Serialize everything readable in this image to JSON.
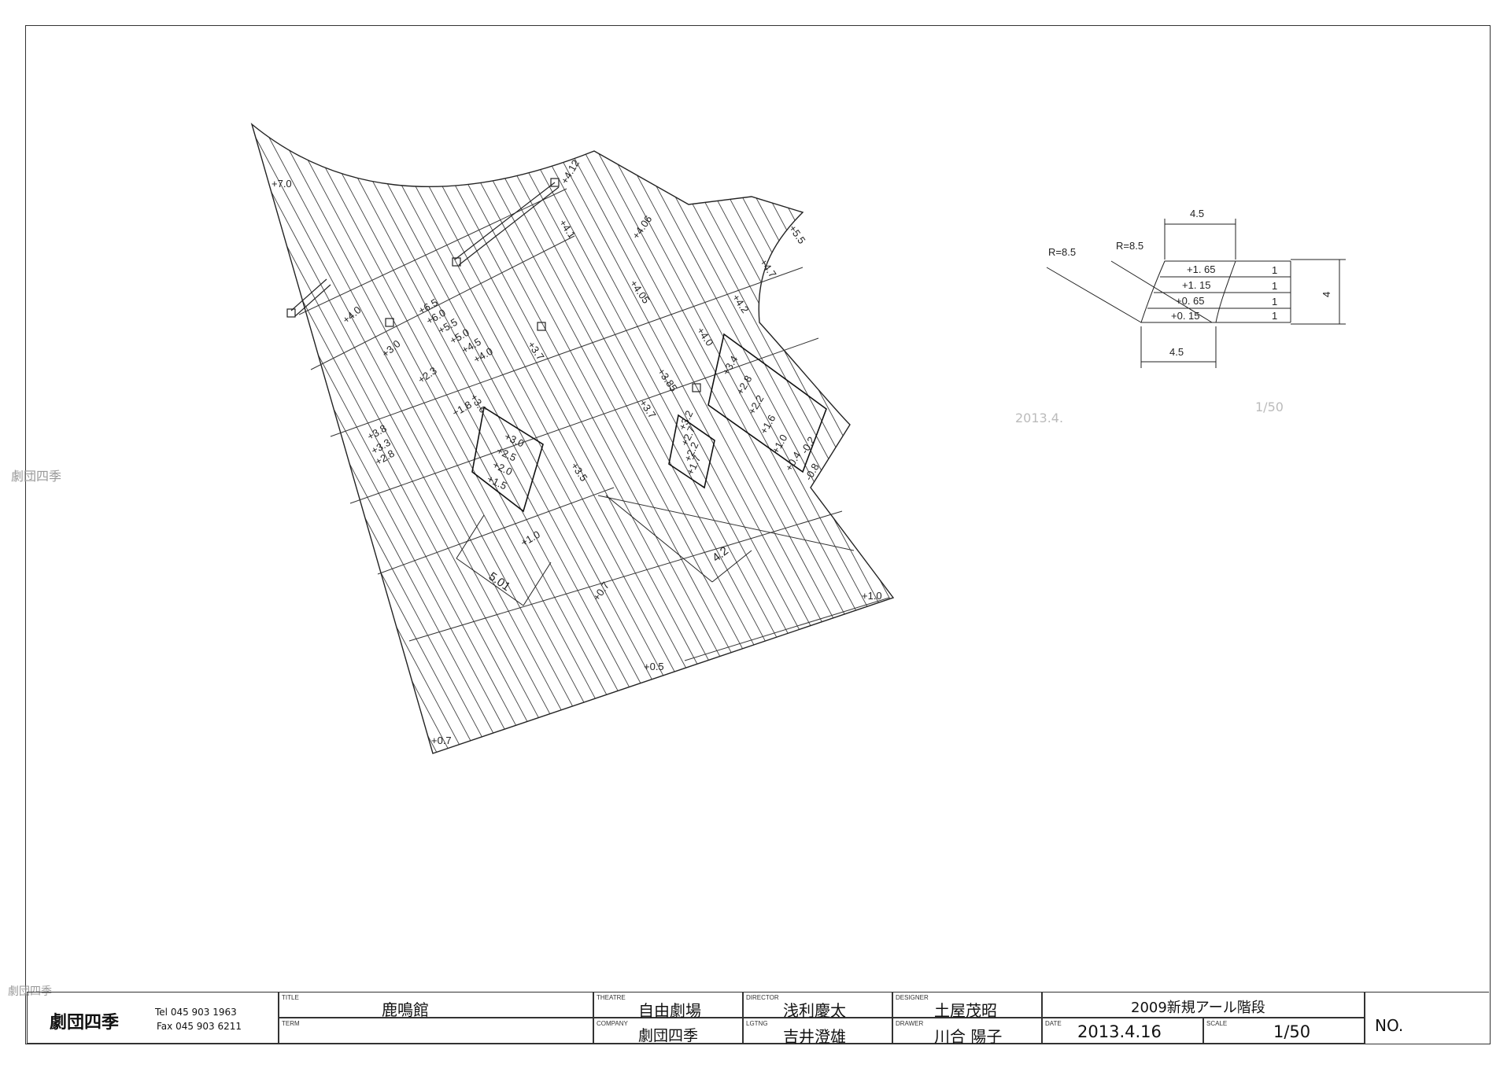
{
  "plan": {
    "levels": [
      "+7.0",
      "+4.12",
      "+4.1",
      "+4.06",
      "+5.5",
      "+4.7",
      "+6.5",
      "+6.0",
      "+5.5",
      "+5.0",
      "+4.5",
      "+4.0",
      "+4.0",
      "+3.0",
      "+2.3",
      "+3.7",
      "+4.05",
      "+4.2",
      "+4.0",
      "+3.85",
      "+3.6",
      "+1.8",
      "+3.7",
      "+3.4",
      "+2.8",
      "+2.2",
      "+1.6",
      "+1.0",
      "+0.4",
      "-0.2",
      "-0.8",
      "+3.0",
      "+2.5",
      "+2.0",
      "+1.5",
      "+3.2",
      "+2.7",
      "+2.2",
      "+1.7",
      "+3.8",
      "+3.3",
      "+2.8",
      "+3.5",
      "+1.0",
      "+0.7",
      "+1.0",
      "+0.5",
      "+0.7"
    ],
    "dimensions": [
      "5.01",
      "4.2"
    ]
  },
  "section": {
    "radius_labels": [
      "R=8.5",
      "R=8.5"
    ],
    "width_top": "4.5",
    "width_bottom": "4.5",
    "total_height": "4",
    "rows": [
      "+1. 65",
      "+1. 15",
      "+0. 65",
      "+0. 15"
    ],
    "row_heights": [
      "1",
      "1",
      "1",
      "1"
    ]
  },
  "stamps": {
    "left_company": "劇団四季",
    "bottom_company": "劇団四季",
    "ghost_date": "2013.4.",
    "ghost_scale": "1/50"
  },
  "title_block": {
    "company": "劇団四季",
    "tel": "Tel  045 903 1963",
    "fax": "Fax 045 903 6211",
    "title_caption": "TITLE",
    "title": "鹿鳴館",
    "term_caption": "TERM",
    "term": "",
    "theatre_caption": "THEATRE",
    "theatre": "自由劇場",
    "company_caption": "COMPANY",
    "company_value": "劇団四季",
    "director_caption": "DIRECTOR",
    "director": "浅利慶太",
    "lighting_caption": "LGTNG",
    "lighting": "吉井澄雄",
    "designer_caption": "DESIGNER",
    "designer": "土屋茂昭",
    "drawer_caption": "DRAWER",
    "drawer": "川合 陽子",
    "drawing_title": "2009新規アール階段",
    "date_caption": "DATE",
    "date": "2013.4.16",
    "scale_caption": "SCALE",
    "scale": "1/50",
    "no_label": "NO."
  }
}
